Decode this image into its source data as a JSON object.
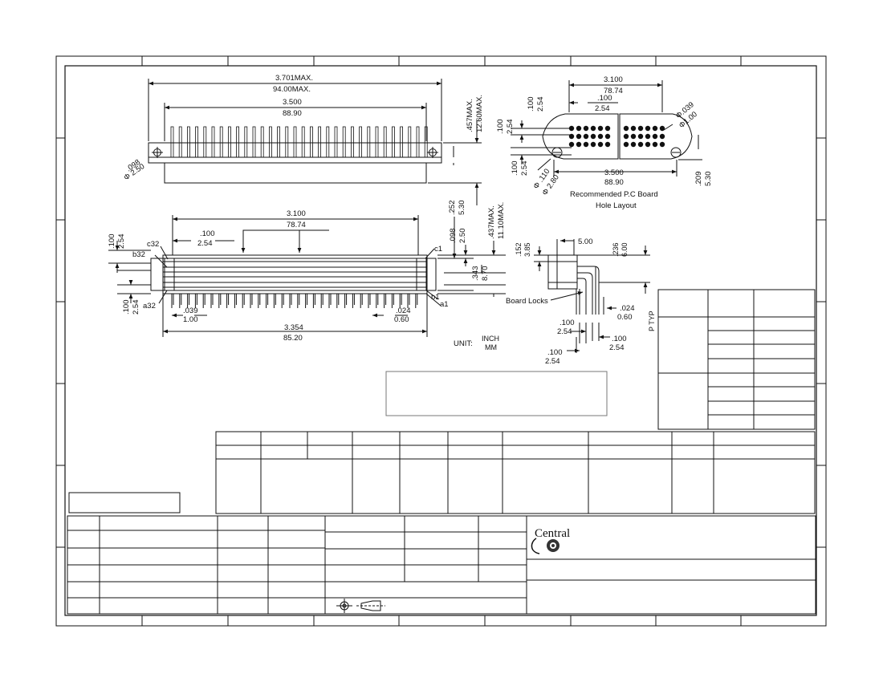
{
  "top_view": {
    "overall_in": "3.701MAX.",
    "overall_mm": "94.00MAX.",
    "pitch_in": "3.500",
    "pitch_mm": "88.90",
    "height_in": ".457MAX.",
    "height_mm": "12.60MAX.",
    "hole_in": ".098",
    "hole_mm": "Φ 2.50"
  },
  "front_view": {
    "span_in": "3.100",
    "span_mm": "78.74",
    "pitch_in": ".100",
    "pitch_mm": "2.54",
    "row_pitch_in": ".100",
    "row_pitch_mm": "2.54",
    "offset_in": ".098",
    "offset_mm": "2.50",
    "depth_in": ".252",
    "depth_mm": "5.30",
    "height_in": ".437MAX.",
    "height_mm": "11.10MAX.",
    "body_in": ".343",
    "body_mm": "8.70",
    "bottom_pitch_in": ".100",
    "bottom_pitch_mm": "2.54",
    "pin_in": ".039",
    "pin_mm": "1.00",
    "tail_in": ".024",
    "tail_mm": "0.60",
    "bottom_span_in": "3.354",
    "bottom_span_mm": "85.20",
    "labels": {
      "c32": "c32",
      "b32": "b32",
      "a32": "a32",
      "c1": "c1",
      "b1": "b1",
      "a1": "a1"
    }
  },
  "pcb_layout": {
    "span_in": "3.100",
    "span_mm": "78.74",
    "row_in": ".100",
    "row_mm": "2.54",
    "col_in": ".100",
    "col_mm": "2.54",
    "left_in": ".100",
    "left_mm": "2.54",
    "left2_in": ".100",
    "left2_mm": "2.54",
    "drill_in": "Φ.039",
    "drill_mm": "Φ1.00",
    "mount_in": "Φ .110",
    "mount_mm": "Φ 2.80",
    "pitch_in": "3.500",
    "pitch_mm": "88.90",
    "edge_in": ".209",
    "edge_mm": "5.30",
    "caption1": "Recommended P.C Board",
    "caption2": "Hole Layout"
  },
  "side_view": {
    "a_mm": "5.00",
    "b_in": ".152",
    "b_mm": "3.85",
    "c_in": ".236",
    "c_mm": "6.00",
    "board_locks": "Board Locks",
    "tail_in": ".024",
    "tail_mm": "0.60",
    "p1_in": ".100",
    "p1_mm": "2.54",
    "p2_in": ".100",
    "p2_mm": "2.54",
    "p3_in": ".100",
    "p3_mm": "2.54",
    "ptyp": "P TYP"
  },
  "unit": {
    "label": "UNIT:",
    "inch": "INCH",
    "mm": "MM"
  },
  "logo": {
    "text": "Central"
  }
}
